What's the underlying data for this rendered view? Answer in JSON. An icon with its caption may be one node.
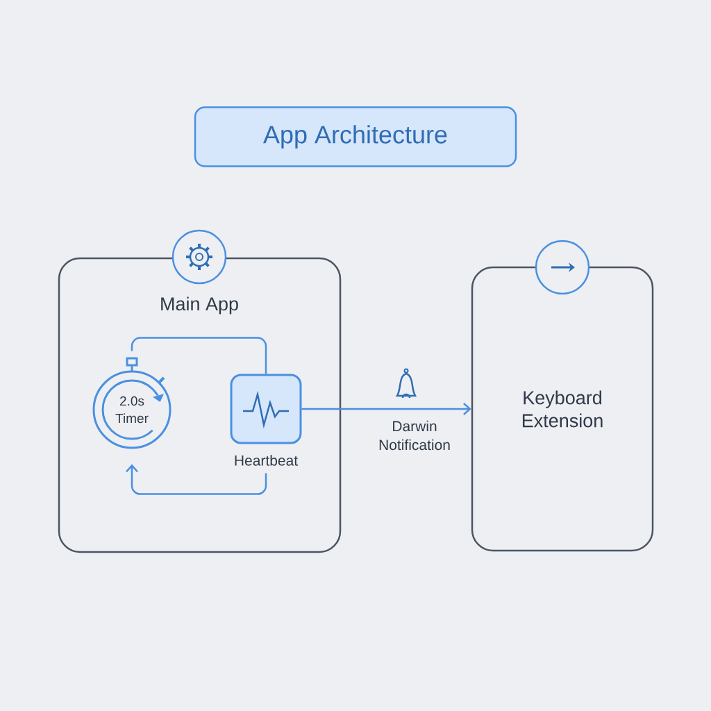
{
  "diagram": {
    "title": "App Architecture",
    "nodes": [
      {
        "text": [
          "Main App"
        ]
      },
      {
        "text": [
          "2.0s Timer"
        ],
        "in": 0
      },
      {
        "text": [
          "Heartbeat"
        ],
        "in": 0
      },
      {
        "text": [
          "Keyboard Extension"
        ]
      }
    ],
    "edges": [
      {
        "from": 1,
        "to": 2,
        "arrow": "none"
      },
      {
        "from": 2,
        "to": 1,
        "arrow": "to"
      },
      {
        "from": 2,
        "to": 3,
        "arrow": "to",
        "label": "Darwin Notification"
      }
    ]
  }
}
